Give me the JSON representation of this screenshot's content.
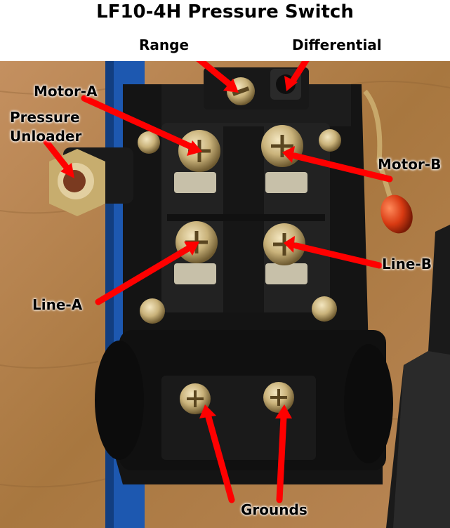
{
  "title": "LF10-4H Pressure Switch",
  "labels": {
    "range": "Range",
    "differential": "Differential",
    "motor_a": "Motor-A",
    "pressure_unloader_line1": "Pressure",
    "pressure_unloader_line2": "Unloader",
    "motor_b": "Motor-B",
    "line_b": "Line-B",
    "line_a": "Line-A",
    "grounds": "Grounds"
  },
  "colors": {
    "arrow": "#ff0000",
    "switch_body": "#141414",
    "wood": "#b4834f",
    "blue_strip": "#1d58b0",
    "screw": "#c9b27a",
    "red_knob": "#d83a12"
  }
}
